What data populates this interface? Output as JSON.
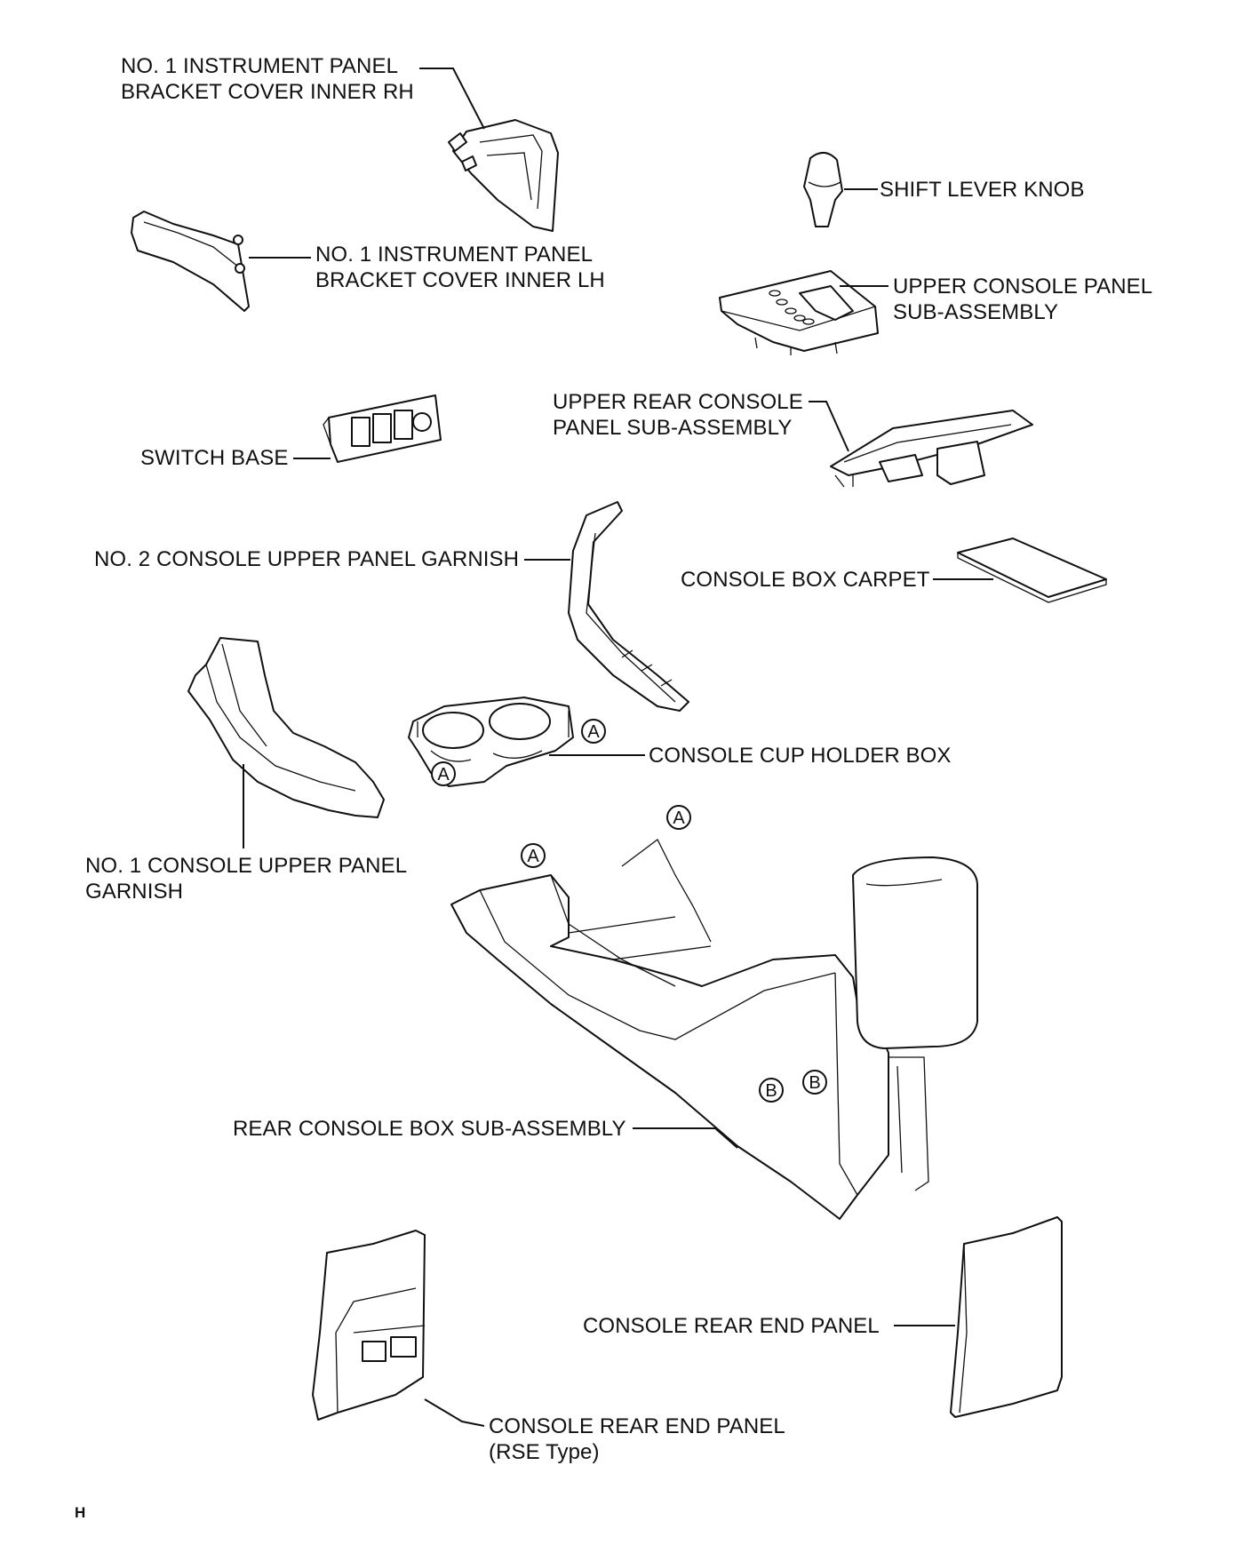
{
  "labels": {
    "bracket_rh": [
      "NO. 1 INSTRUMENT PANEL",
      "BRACKET COVER INNER RH"
    ],
    "bracket_lh": [
      "NO. 1 INSTRUMENT PANEL",
      "BRACKET COVER INNER LH"
    ],
    "shift_knob": [
      "SHIFT LEVER KNOB"
    ],
    "upper_console_panel": [
      "UPPER CONSOLE PANEL",
      "SUB-ASSEMBLY"
    ],
    "switch_base": [
      "SWITCH BASE"
    ],
    "upper_rear_console": [
      "UPPER REAR CONSOLE",
      "PANEL SUB-ASSEMBLY"
    ],
    "no2_garnish": [
      "NO. 2 CONSOLE UPPER PANEL GARNISH"
    ],
    "carpet": [
      "CONSOLE BOX CARPET"
    ],
    "cup_holder": [
      "CONSOLE CUP HOLDER BOX"
    ],
    "no1_garnish": [
      "NO. 1 CONSOLE UPPER PANEL",
      "GARNISH"
    ],
    "rear_console_box": [
      "REAR CONSOLE BOX SUB-ASSEMBLY"
    ],
    "rear_end_panel": [
      "CONSOLE REAR END PANEL"
    ],
    "rear_end_panel_rse": [
      "CONSOLE REAR END PANEL",
      "(RSE Type)"
    ]
  },
  "markers": {
    "a": "A",
    "b": "B"
  },
  "footer_code": "H"
}
